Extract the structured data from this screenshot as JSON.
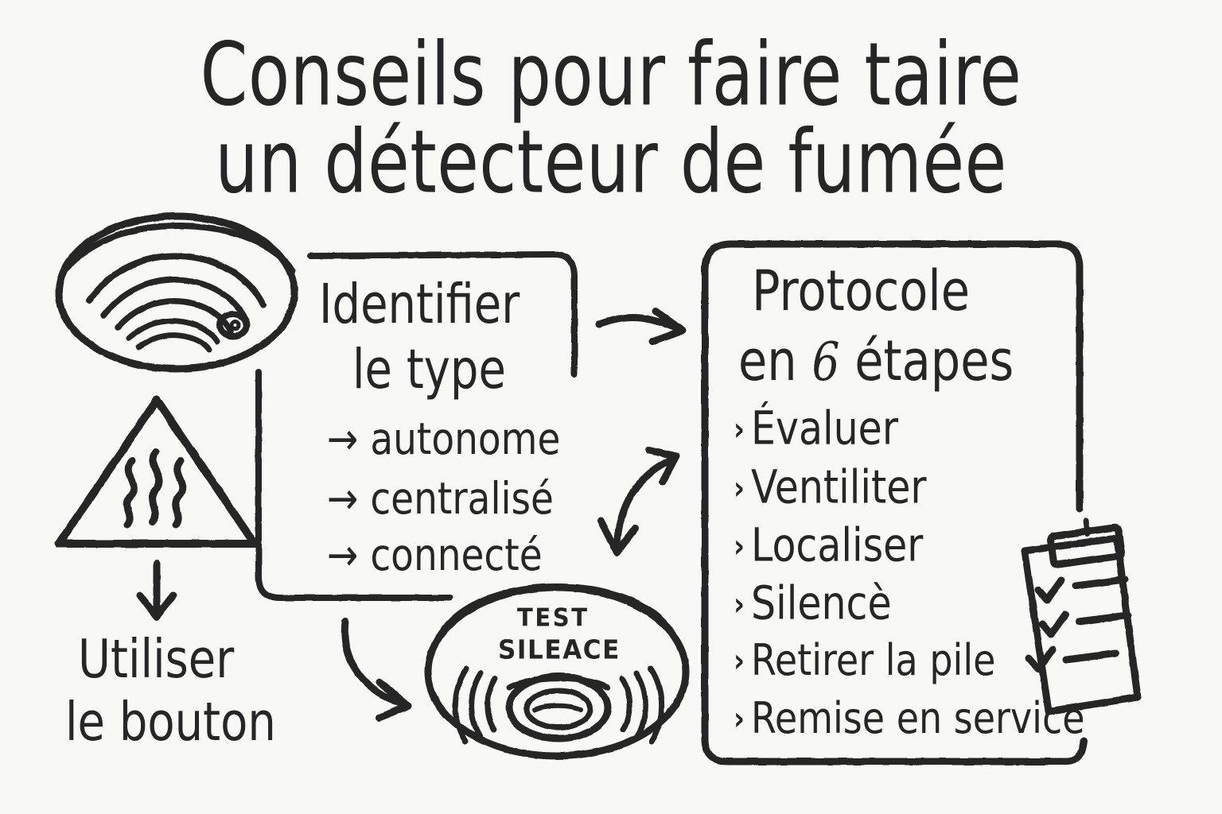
{
  "title": {
    "line1": "Conseils pour faire taire",
    "line2": "un détecteur de fumée"
  },
  "identify_block": {
    "heading_line1": "Identifier",
    "heading_line2": "le type",
    "items": [
      {
        "arrow": "→",
        "label": "autonome"
      },
      {
        "arrow": "→",
        "label": "centralisé"
      },
      {
        "arrow": "→",
        "label": "connecté"
      }
    ]
  },
  "button_block": {
    "line1": "Utiliser",
    "line2": "le bouton"
  },
  "detector_device": {
    "label_line1": "TEST",
    "label_line2": "SILEACE"
  },
  "protocol_box": {
    "heading_line1": "Protocole",
    "heading_line2_prefix": "en ",
    "heading_line2_count": "6",
    "heading_line2_suffix": " étapes",
    "steps": [
      {
        "bullet": "›",
        "label": "Évaluer"
      },
      {
        "bullet": "›",
        "label": "Ventiliter"
      },
      {
        "bullet": "›",
        "label": "Localiser"
      },
      {
        "bullet": "›",
        "label": "Silencè"
      },
      {
        "bullet": "›",
        "label": "Retirer la pile"
      },
      {
        "bullet": "›",
        "label": "Remise en service"
      }
    ]
  },
  "icons": {
    "ceiling_detector": "smoke-detector-icon",
    "heat_warning": "heat-warning-triangle-icon",
    "test_detector": "smoke-detector-test-icon",
    "checklist": "clipboard-checklist-icon"
  },
  "colors": {
    "ink": "#262626",
    "background": "#f8f8f6"
  }
}
